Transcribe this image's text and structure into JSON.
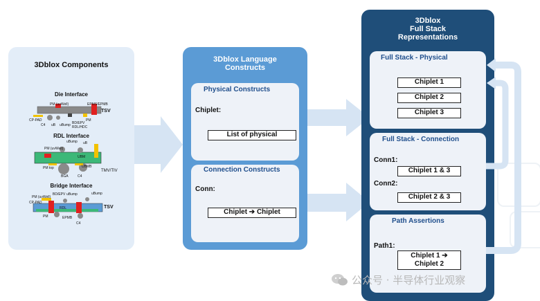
{
  "components": {
    "title": "3Dblox Components",
    "die_interface": {
      "title": "Die Interface",
      "labels": [
        "PM (uvWell)",
        "EPMS/EPMB",
        "TSV",
        "CP-PAD",
        "C4",
        "uB",
        "uBump",
        "BD/EPV",
        "RDL/HDC",
        "PM"
      ]
    },
    "rdl_interface": {
      "title": "RDL Interface",
      "labels": [
        "uBump",
        "uB",
        "PM (uvWell)",
        "UBM",
        "PM top",
        "BGA",
        "C4",
        "UBMB",
        "TMV/TIV"
      ]
    },
    "bridge_interface": {
      "title": "Bridge Interface",
      "labels": [
        "PM (uvWell)",
        "BD/EPV",
        "uBump",
        "uBump",
        "CP-PAD",
        "PM",
        "EPMB",
        "C4",
        "TSV",
        "RDL"
      ]
    }
  },
  "constructs": {
    "title_line1": "3Dblox Language",
    "title_line2": "Constructs",
    "physical": {
      "title": "Physical Constructs",
      "label": "Chiplet:",
      "box": "List of physical"
    },
    "connection": {
      "title": "Connection Constructs",
      "label": "Conn:",
      "box": "Chiplet ➔ Chiplet"
    }
  },
  "representations": {
    "title_line1": "3Dblox",
    "title_line2": "Full Stack",
    "title_line3": "Representations",
    "physical": {
      "title": "Full Stack - Physical",
      "chiplets": [
        "Chiplet 1",
        "Chiplet 2",
        "Chiplet 3"
      ]
    },
    "connection": {
      "title": "Full Stack - Connection",
      "conn1_label": "Conn1:",
      "conn1_box": "Chiplet 1 & 3",
      "conn2_label": "Conn2:",
      "conn2_box": "Chiplet 2 & 3"
    },
    "assertions": {
      "title": "Path Assertions",
      "path1_label": "Path1:",
      "box_line1": "Chiplet 1 ➔",
      "box_line2": "Chiplet 2"
    }
  },
  "watermark": "公众号 · 半导体行业观察",
  "colors": {
    "light_panel": "#e3edf8",
    "mid_panel": "#5b9bd5",
    "dark_panel": "#1f4e79",
    "sub_panel": "#eef2f8",
    "arrow": "#d6e4f3",
    "green": "#3cb878",
    "red": "#e02020",
    "gray": "#8a8a8a",
    "yellow": "#f2c200"
  }
}
